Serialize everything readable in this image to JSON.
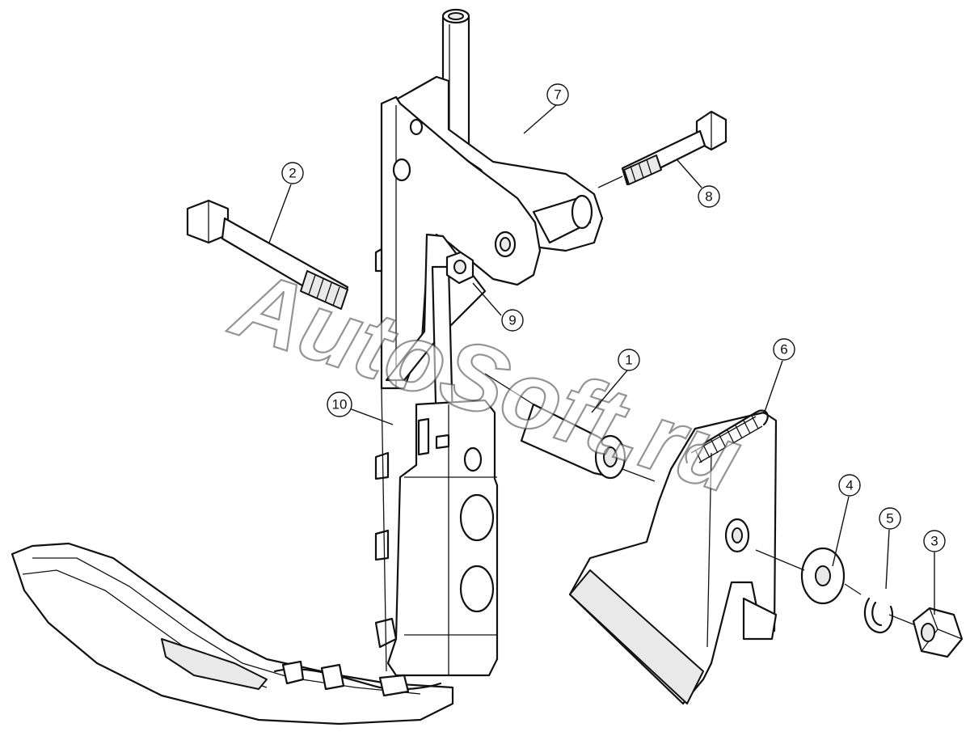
{
  "watermark": {
    "text": "AutoSoft.ru"
  },
  "callouts": [
    {
      "id": "1",
      "label": "1"
    },
    {
      "id": "2",
      "label": "2"
    },
    {
      "id": "3",
      "label": "3"
    },
    {
      "id": "4",
      "label": "4"
    },
    {
      "id": "5",
      "label": "5"
    },
    {
      "id": "6",
      "label": "6"
    },
    {
      "id": "7",
      "label": "7"
    },
    {
      "id": "8",
      "label": "8"
    },
    {
      "id": "9",
      "label": "9"
    },
    {
      "id": "10",
      "label": "10"
    }
  ]
}
